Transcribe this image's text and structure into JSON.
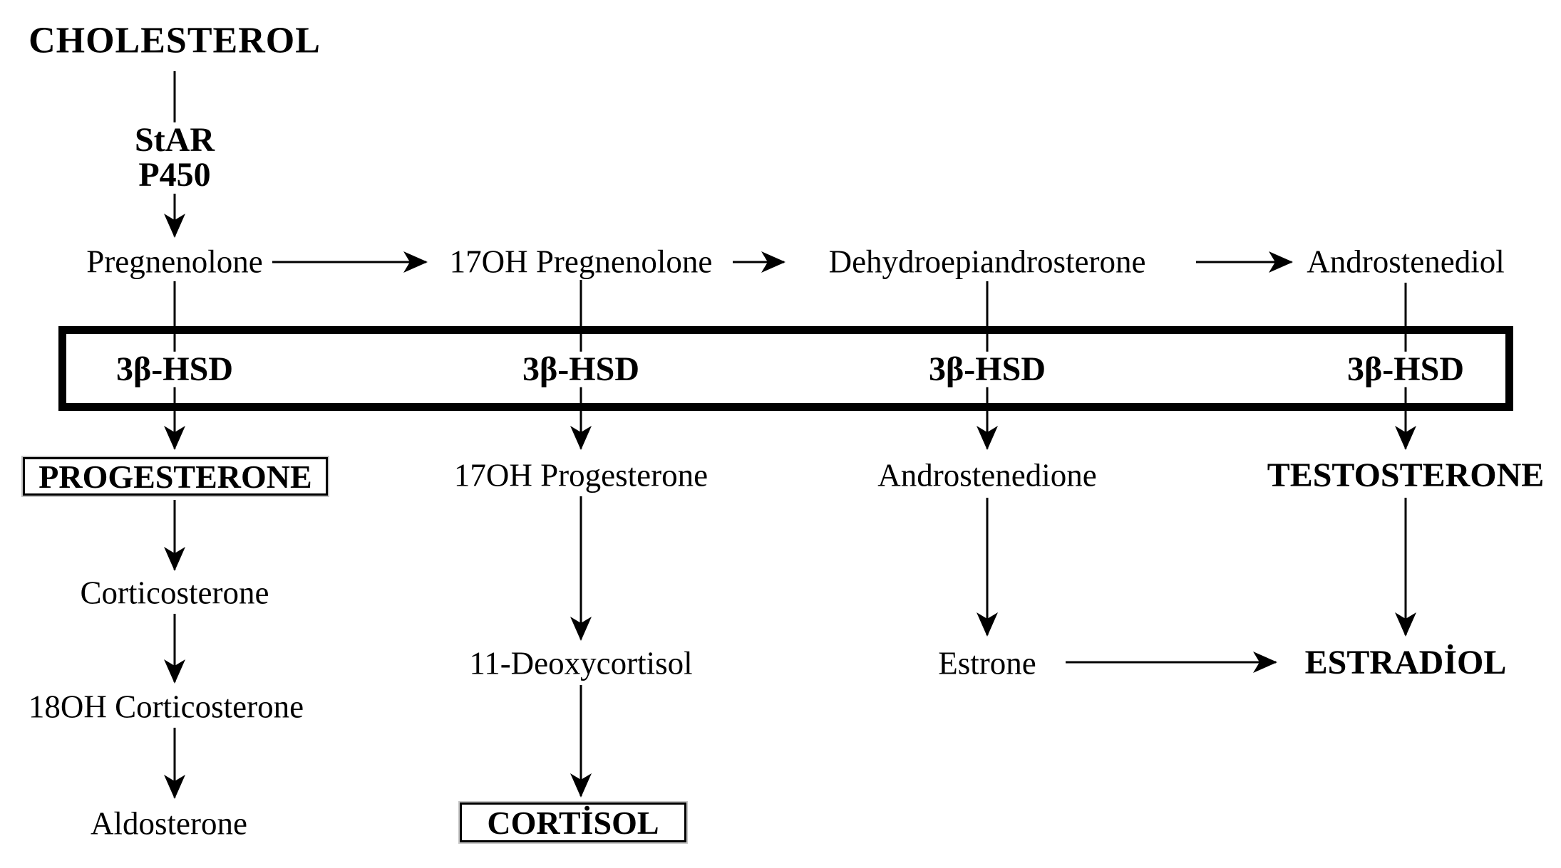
{
  "colors": {
    "ink": "#000000",
    "background": "#ffffff"
  },
  "nodes": {
    "cholesterol": "CHOLESTEROL",
    "star": "StAR",
    "p450": "P450",
    "pregnenolone": "Pregnenolone",
    "oh17_pregnenolone": "17OH Pregnenolone",
    "dehydroepiandrosterone": "Dehydroepiandrosterone",
    "androstenediol": "Androstenediol",
    "hsd": "3β-HSD",
    "progesterone": "PROGESTERONE",
    "oh17_progesterone": "17OH Progesterone",
    "androstenedione": "Androstenedione",
    "testosterone": "TESTOSTERONE",
    "corticosterone": "Corticosterone",
    "deoxycortisol_11": "11-Deoxycortisol",
    "estrone": "Estrone",
    "estradiol": "ESTRADİOL",
    "oh18_corticosterone": "18OH Corticosterone",
    "aldosterone": "Aldosterone",
    "cortisol": "CORTİSOL"
  }
}
